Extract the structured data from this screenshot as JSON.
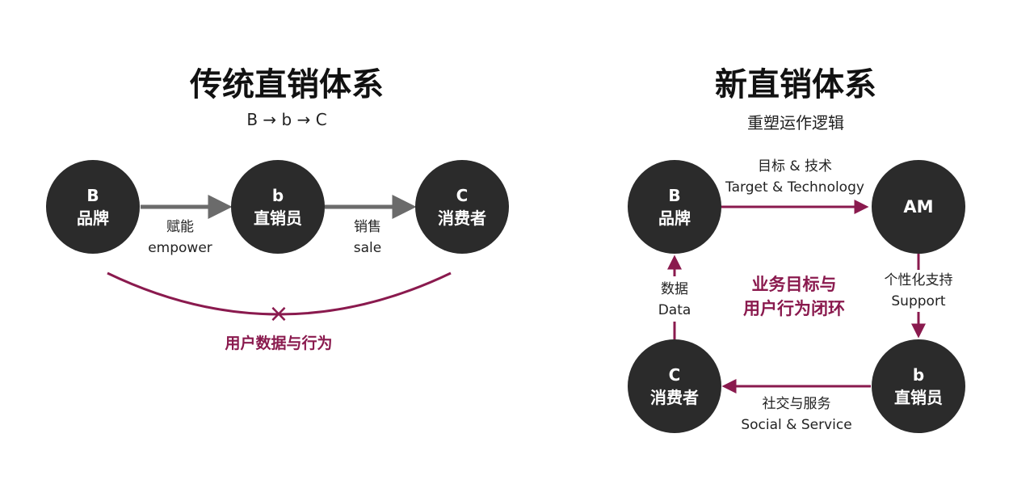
{
  "left": {
    "title": "传统直销体系",
    "subtitle": "B → b → C",
    "nodes": [
      {
        "letter": "B",
        "name": "品牌"
      },
      {
        "letter": "b",
        "name": "直销员"
      },
      {
        "letter": "C",
        "name": "消费者"
      }
    ],
    "edges": [
      {
        "label_cn": "赋能",
        "label_en": "empower"
      },
      {
        "label_cn": "销售",
        "label_en": "sale"
      }
    ],
    "cross_mark": "×",
    "broken_loop_label": "用户数据与行为"
  },
  "right": {
    "title": "新直销体系",
    "subtitle": "重塑运作逻辑",
    "nodes": [
      {
        "letter": "B",
        "name": "品牌"
      },
      {
        "letter": "AM",
        "name": ""
      },
      {
        "letter": "b",
        "name": "直销员"
      },
      {
        "letter": "C",
        "name": "消费者"
      }
    ],
    "edges": [
      {
        "label_cn": "目标 & 技术",
        "label_en": "Target & Technology"
      },
      {
        "label_cn": "个性化支持",
        "label_en": "Support"
      },
      {
        "label_cn": "社交与服务",
        "label_en": "Social & Service"
      },
      {
        "label_cn": "数据",
        "label_en": "Data"
      }
    ],
    "center_label_line1": "业务目标与",
    "center_label_line2": "用户行为闭环"
  },
  "colors": {
    "node_fill": "#2b2b2b",
    "arrow_gray": "#6b6b6b",
    "accent": "#8a1a4e"
  }
}
